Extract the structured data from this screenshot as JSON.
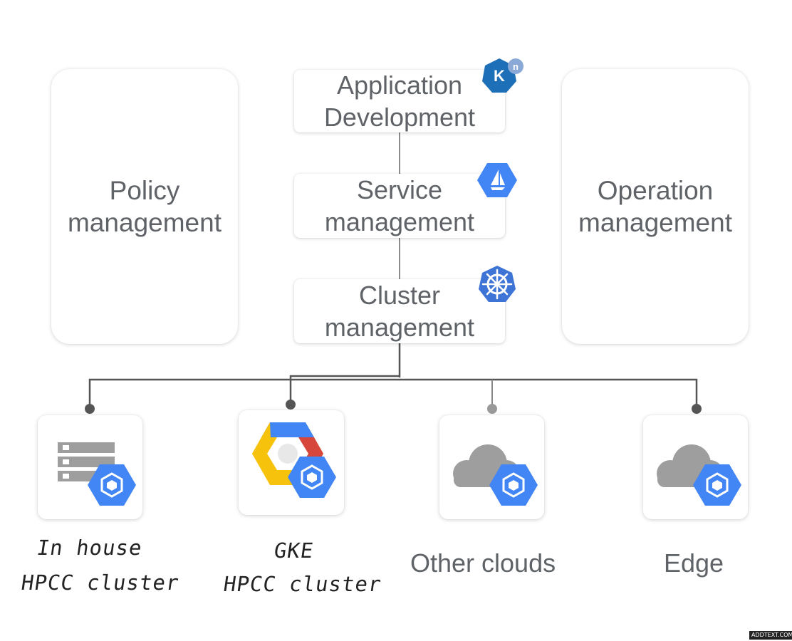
{
  "side_panels": {
    "policy": [
      "Policy",
      "management"
    ],
    "operation": [
      "Operation",
      "management"
    ]
  },
  "layers": {
    "app_dev": [
      "Application",
      "Development"
    ],
    "service": [
      "Service",
      "management"
    ],
    "cluster": [
      "Cluster",
      "management"
    ]
  },
  "targets": {
    "in_house": [
      "In house",
      "HPCC cluster"
    ],
    "gke": [
      "GKE",
      "HPCC cluster"
    ],
    "other": "Other clouds",
    "edge": "Edge"
  },
  "icons": {
    "knative": "knative-icon",
    "istio": "istio-icon",
    "kubernetes": "kubernetes-icon",
    "gke_badge": "gke-hexagon-icon",
    "server": "server-rack-icon",
    "cloud": "cloud-icon"
  },
  "colors": {
    "google_blue": "#4285f4",
    "knative_blue": "#1d6fb8",
    "connector": "#555555",
    "text": "#5f6368"
  },
  "knative_letters": {
    "main": "K",
    "sup": "n"
  },
  "watermark": "ADDTEXT.COM"
}
